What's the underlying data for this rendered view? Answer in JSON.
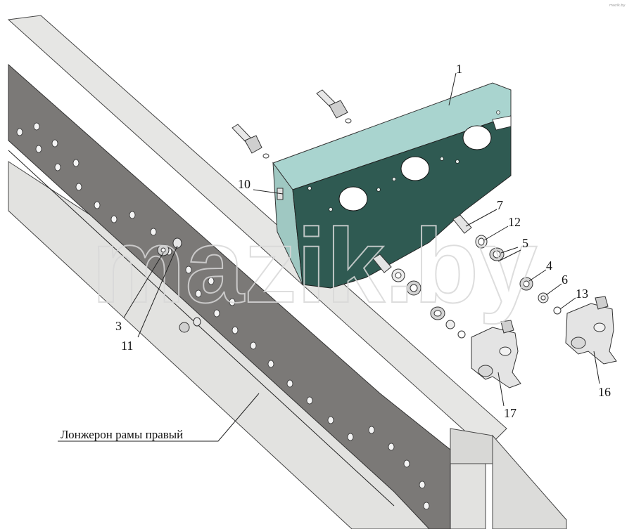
{
  "diagram": {
    "part_numbers": [
      "1",
      "3",
      "4",
      "5",
      "6",
      "7",
      "10",
      "11",
      "12",
      "13",
      "16",
      "17"
    ],
    "frame_label": "Лонжерон рамы правый",
    "watermark": "mazik.by",
    "corner_mark": "mazik.by"
  },
  "colors": {
    "plate_face": "#2f5a52",
    "plate_edge": "#a9d4cf",
    "rail_web": "#7a7876",
    "rail_flange": "#e4e4e2",
    "outline": "#333333"
  }
}
